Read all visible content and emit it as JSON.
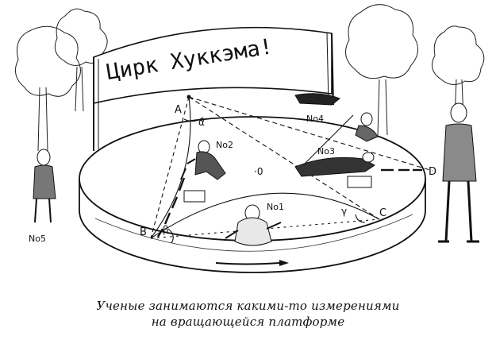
{
  "banner": {
    "text": "Цирк Хуккэма!"
  },
  "points": {
    "a": "A",
    "b": "B",
    "c": "C",
    "d": "D",
    "center": "·0"
  },
  "angles": {
    "alpha": "α",
    "beta": "β",
    "gamma": "γ"
  },
  "people": {
    "no1": "No1",
    "no2": "No2",
    "no3": "No3",
    "no4": "No4",
    "no5": "No5"
  },
  "caption": {
    "line1": "Ученые занимаются какими-то измерениями",
    "line2": "на вращающейся платформе"
  }
}
